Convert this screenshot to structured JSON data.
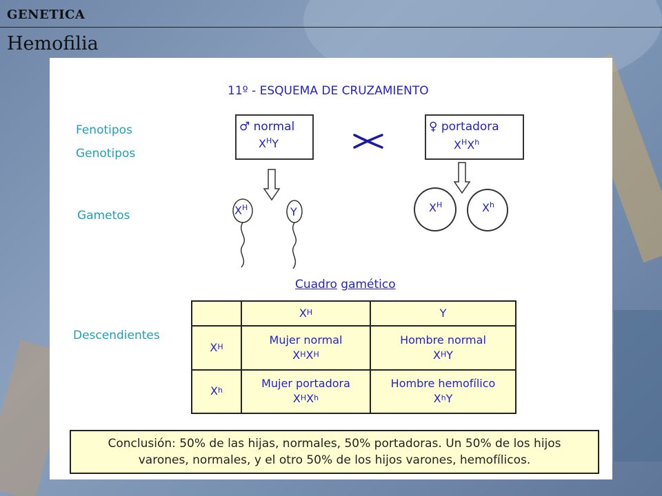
{
  "header": {
    "section": "GENETICA",
    "title": "Hemofilia"
  },
  "diagram": {
    "heading": "11º - ESQUEMA DE CRUZAMIENTO",
    "labels": {
      "fenotipos": "Fenotipos",
      "genotipos": "Genotipos",
      "gametos": "Gametos",
      "descendientes": "Descendientes"
    },
    "male": {
      "phenotype": "♂ normal",
      "genotype_base1": "X",
      "genotype_sup1": "H",
      "genotype_base2": "Y"
    },
    "female": {
      "phenotype": "♀ portadora",
      "g_b1": "X",
      "g_s1": "H",
      "g_b2": "X",
      "g_s2": "h"
    },
    "cross_symbol": "×",
    "gametes": {
      "sperm1": {
        "base": "X",
        "sup": "H"
      },
      "sperm2": {
        "base": "Y"
      },
      "egg1": {
        "base": "X",
        "sup": "H"
      },
      "egg2": {
        "base": "X",
        "sup": "h"
      }
    },
    "punnett": {
      "title_word1": "Cuadro",
      "title_word2": "gamético",
      "col1": {
        "base": "X",
        "sup": "H"
      },
      "col2": "Y",
      "row1": {
        "base": "X",
        "sup": "H"
      },
      "row2": {
        "base": "X",
        "sup": "h"
      },
      "c11": {
        "label": "Mujer normal",
        "b1": "X",
        "s1": "H",
        "b2": "X",
        "s2": "H"
      },
      "c12": {
        "label": "Hombre normal",
        "b1": "X",
        "s1": "H",
        "b2": "Y"
      },
      "c21": {
        "label": "Mujer portadora",
        "b1": "X",
        "s1": "H",
        "b2": "X",
        "s2": "h"
      },
      "c22": {
        "label": "Hombre hemofílico",
        "b1": "X",
        "s1": "h",
        "b2": "Y"
      }
    },
    "conclusion_line1": "Conclusión: 50% de las hijas, normales, 50% portadoras. Un 50% de los hijos",
    "conclusion_line2": "varones, normales, y el otro 50% de los hijos varones, hemofílicos."
  }
}
